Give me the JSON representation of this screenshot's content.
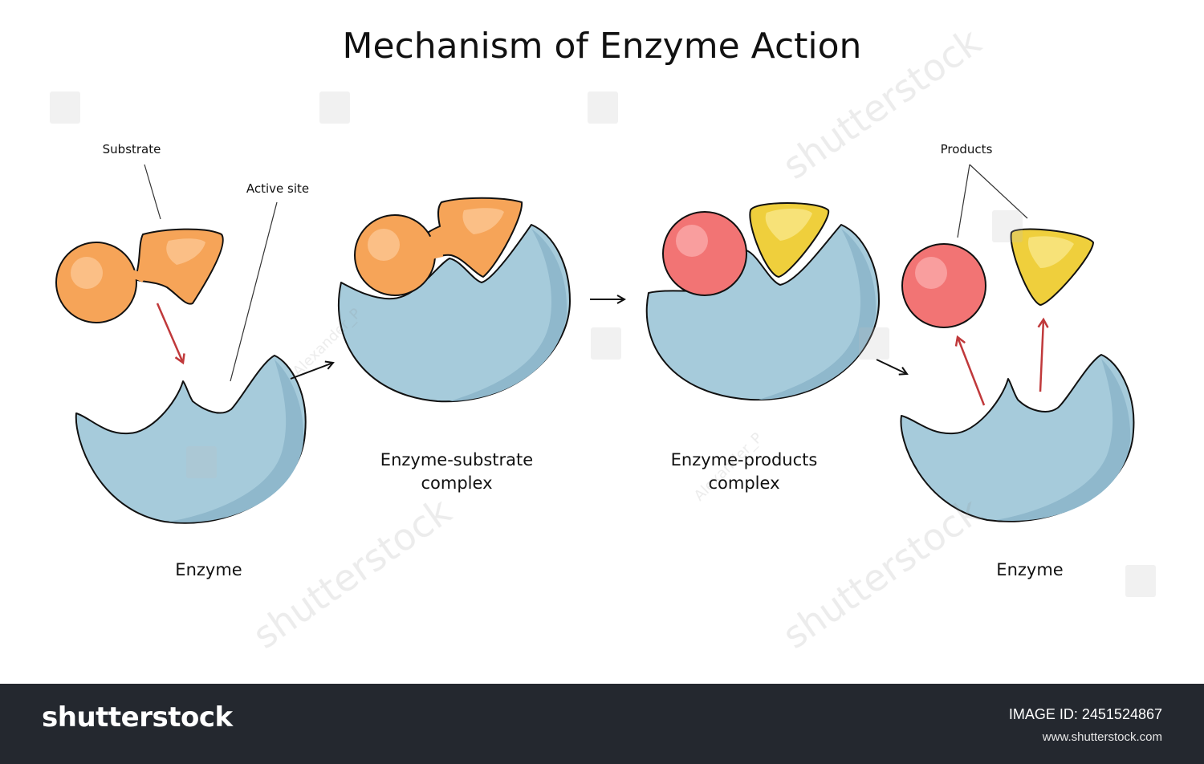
{
  "title": "Mechanism of Enzyme Action",
  "labels": {
    "substrate": "Substrate",
    "active_site": "Active site",
    "products": "Products",
    "enzyme_left": "Enzyme",
    "enzyme_right": "Enzyme",
    "es_complex_line1": "Enzyme-substrate",
    "es_complex_line2": "complex",
    "ep_complex_line1": "Enzyme-products",
    "ep_complex_line2": "complex"
  },
  "colors": {
    "enzyme": "#a6cbdb",
    "enzyme_shade": "#8fb8cc",
    "substrate": "#f6a458",
    "product_sphere": "#f27474",
    "product_triangle": "#efcf3c",
    "binding_arrow": "#c0393b",
    "footer_bg": "#24282f"
  },
  "watermark": {
    "brand": "shutterstock",
    "author": "Alexander_P"
  },
  "footer": {
    "logo": "shutterstock",
    "image_id": "IMAGE ID: 2451524867",
    "site": "www.shutterstock.com"
  }
}
